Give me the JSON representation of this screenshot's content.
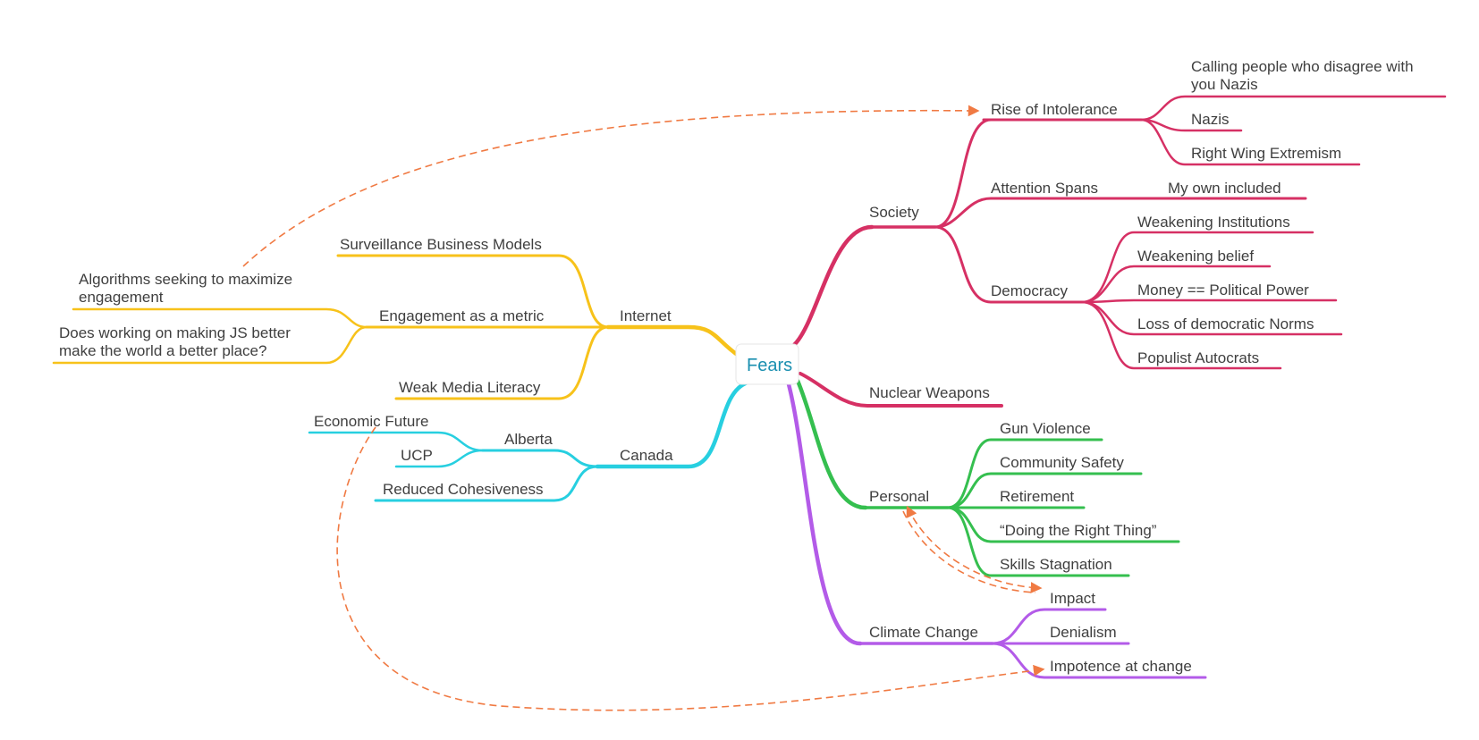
{
  "root": {
    "label": "Fears"
  },
  "colors": {
    "society": "#d63064",
    "personal": "#35bf4f",
    "climate": "#b35be8",
    "internet": "#f7c21a",
    "canada": "#27cfe0",
    "relation": "#f07a43"
  },
  "branches": {
    "society": {
      "label": "Society",
      "rise_of_intolerance": {
        "label": "Rise of Intolerance",
        "children": [
          "Calling people who disagree with",
          "you Nazis",
          "Nazis",
          "Right Wing Extremism"
        ]
      },
      "attention_spans": {
        "label": "Attention Spans",
        "children": [
          "My own included"
        ]
      },
      "democracy": {
        "label": "Democracy",
        "children": [
          "Weakening Institutions",
          "Weakening belief",
          "Money == Political Power",
          "Loss of democratic Norms",
          "Populist Autocrats"
        ]
      }
    },
    "nuclear_weapons": {
      "label": "Nuclear Weapons"
    },
    "personal": {
      "label": "Personal",
      "children": [
        "Gun Violence",
        "Community Safety",
        "Retirement",
        "“Doing the Right Thing”",
        "Skills Stagnation"
      ]
    },
    "climate_change": {
      "label": "Climate Change",
      "children": [
        "Impact",
        "Denialism",
        "Impotence at change"
      ]
    },
    "internet": {
      "label": "Internet",
      "surveillance": {
        "label": "Surveillance Business Models"
      },
      "engagement": {
        "label": "Engagement as a metric",
        "children": [
          "Algorithms seeking to maximize",
          "engagement",
          "Does working on making JS better",
          "make the world a better place?"
        ]
      },
      "media_literacy": {
        "label": "Weak Media Literacy"
      }
    },
    "canada": {
      "label": "Canada",
      "alberta": {
        "label": "Alberta",
        "children": [
          "Economic Future",
          "UCP"
        ]
      },
      "cohesiveness": {
        "label": "Reduced Cohesiveness"
      }
    }
  }
}
